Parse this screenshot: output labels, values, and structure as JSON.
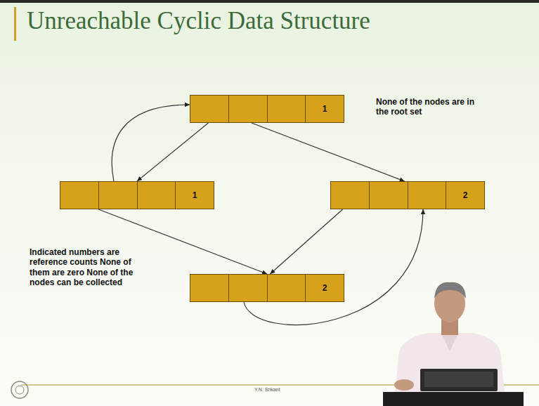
{
  "diagram": {
    "title": "Unreachable Cyclic Data Structure",
    "nodes": [
      {
        "text": [
          "1"
        ]
      },
      {
        "text": [
          "1"
        ]
      },
      {
        "text": [
          "2"
        ]
      },
      {
        "text": [
          "2"
        ]
      }
    ],
    "edges": [
      {
        "from": 0,
        "to": 1,
        "arrow": "to"
      },
      {
        "from": 0,
        "to": 2,
        "arrow": "to"
      },
      {
        "from": 1,
        "to": 0,
        "arrow": "to"
      },
      {
        "from": 1,
        "to": 3,
        "arrow": "to"
      },
      {
        "from": 2,
        "to": 3,
        "arrow": "to"
      },
      {
        "from": 3,
        "to": 2,
        "arrow": "to"
      }
    ],
    "labels": [
      "None of the nodes are in the root set",
      "Indicated numbers are reference counts None of them are zero None of the nodes can be collected",
      "Y.N. Srikant"
    ]
  }
}
